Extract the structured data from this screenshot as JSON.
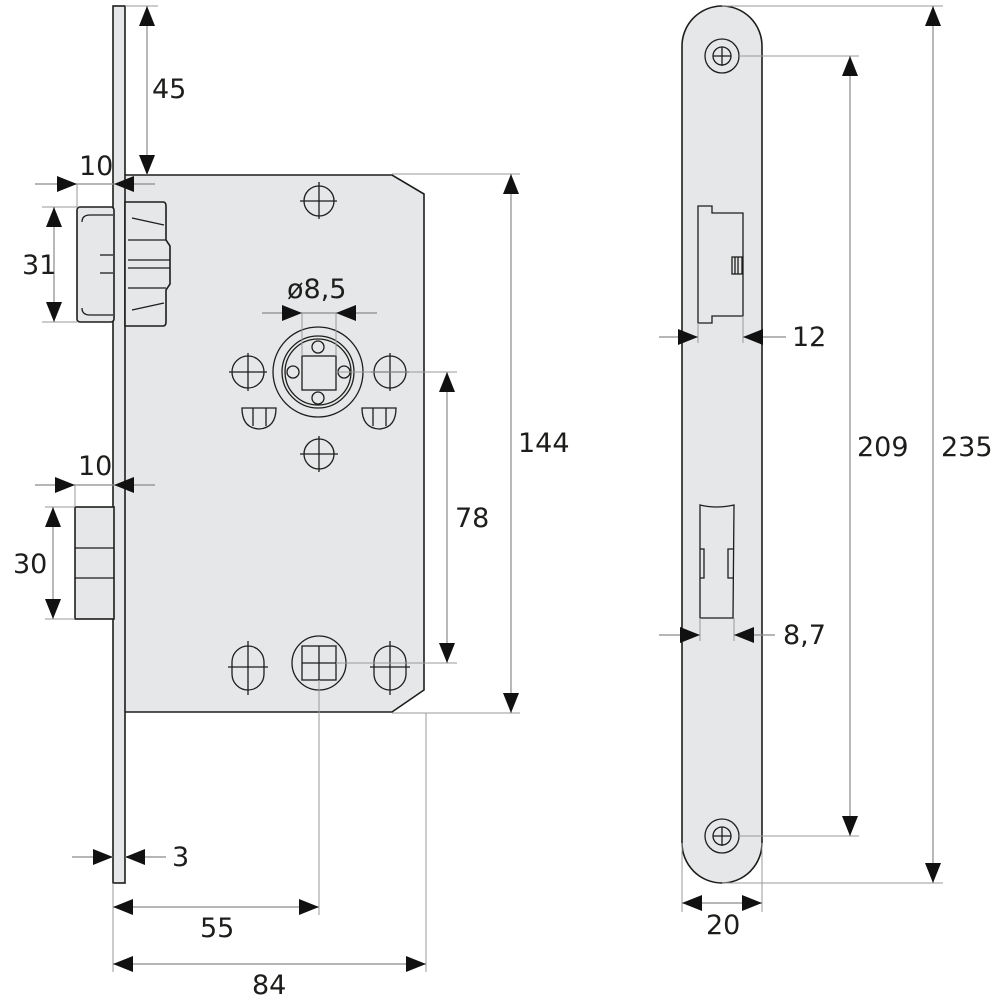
{
  "drawing": {
    "title": "Mortise lock technical drawing",
    "colors": {
      "part_fill": "#e6e7e9",
      "outline": "#1d1d1b",
      "dimension_line": "#8a8a8a",
      "arrow": "#111111"
    },
    "side_view": {
      "dimensions": {
        "top_offset": "45",
        "latch_projection": "10",
        "latch_height": "31",
        "bolt_projection": "10",
        "bolt_height": "30",
        "spindle_diameter": "ø8,5",
        "spindle_to_keyhole": "78",
        "case_height": "144",
        "faceplate_thickness": "3",
        "backset": "55",
        "case_depth": "84"
      }
    },
    "faceplate_view": {
      "dimensions": {
        "latch_opening_width": "12",
        "bolt_opening_width": "8,7",
        "screw_hole_spacing": "209",
        "faceplate_length": "235",
        "faceplate_width": "20"
      }
    }
  }
}
